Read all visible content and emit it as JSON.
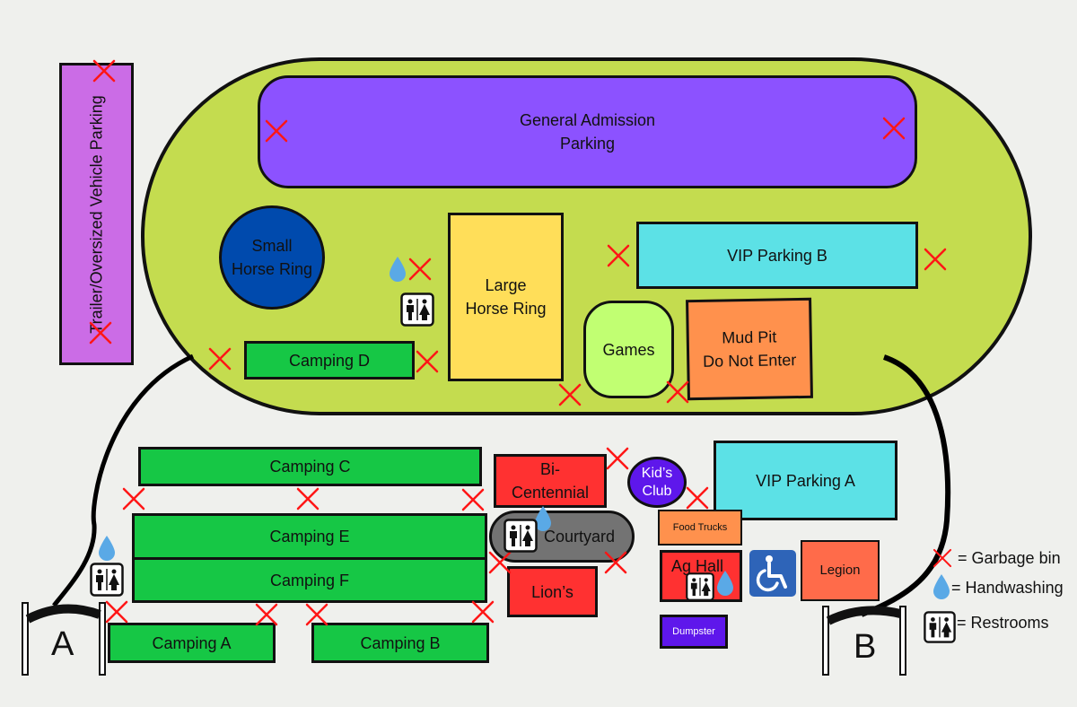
{
  "zones": {
    "trailer_parking": "Trailer/Oversized Vehicle Parking",
    "general_admission": "General Admission\nParking",
    "small_horse_ring": "Small\nHorse Ring",
    "large_horse_ring": "Large\nHorse Ring",
    "vip_parking_b": "VIP Parking B",
    "games": "Games",
    "mud_pit": "Mud Pit\nDo Not Enter",
    "camping_d": "Camping D",
    "camping_c": "Camping C",
    "camping_e": "Camping E",
    "camping_f": "Camping F",
    "camping_a": "Camping A",
    "camping_b": "Camping B",
    "bicentennial": "Bi-\nCentennial",
    "kids_club": "Kid’s\nClub",
    "vip_parking_a": "VIP Parking A",
    "courtyard": "Courtyard",
    "food_trucks": "Food Trucks",
    "ag_hall": "Ag Hall",
    "lions": "Lion’s",
    "legion": "Legion",
    "dumpster": "Dumpster"
  },
  "gates": {
    "a": "A",
    "b": "B"
  },
  "legend": {
    "garbage": "= Garbage bin",
    "handwashing": "= Handwashing",
    "restrooms": "= Restrooms"
  },
  "icons": {
    "garbage": "garbage-bin-icon",
    "handwashing": "handwashing-icon",
    "restrooms": "restroom-icon",
    "accessible": "wheelchair-accessible-icon"
  },
  "colors": {
    "grounds": "#c4dc4f",
    "general_admission": "#8c52ff",
    "trailer_parking": "#cb6ce6",
    "small_horse_ring": "#004aad",
    "large_horse_ring": "#ffde59",
    "vip_parking": "#5ce1e6",
    "games": "#c1ff72",
    "mud_pit": "#ff914d",
    "camping": "#16c745",
    "red_building": "#ff3131",
    "kids_club": "#5e17eb",
    "courtyard": "#737373",
    "legion": "#ff6b4a",
    "dumpster": "#5e17eb",
    "accessible": "#2e64b8",
    "garbage_mark": "#ff1616",
    "water_drop": "#5aa9e6"
  }
}
